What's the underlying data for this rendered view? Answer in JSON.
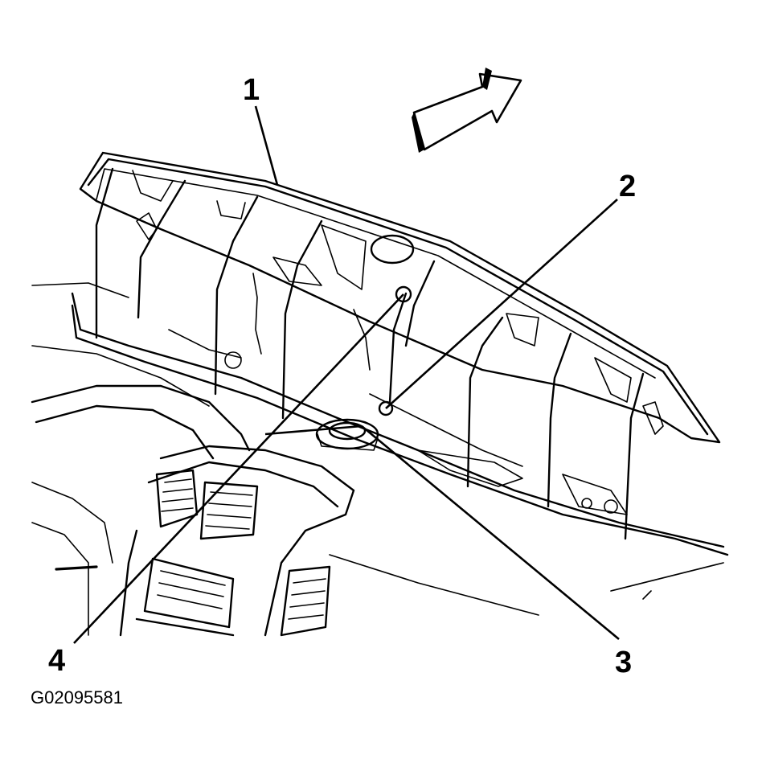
{
  "figure_id": "G02095581",
  "callouts": [
    {
      "number": "1"
    },
    {
      "number": "2"
    },
    {
      "number": "3"
    },
    {
      "number": "4"
    }
  ],
  "icons": [
    "direction-arrow-icon"
  ],
  "colors": {
    "ink": "#000000",
    "paper": "#ffffff"
  }
}
